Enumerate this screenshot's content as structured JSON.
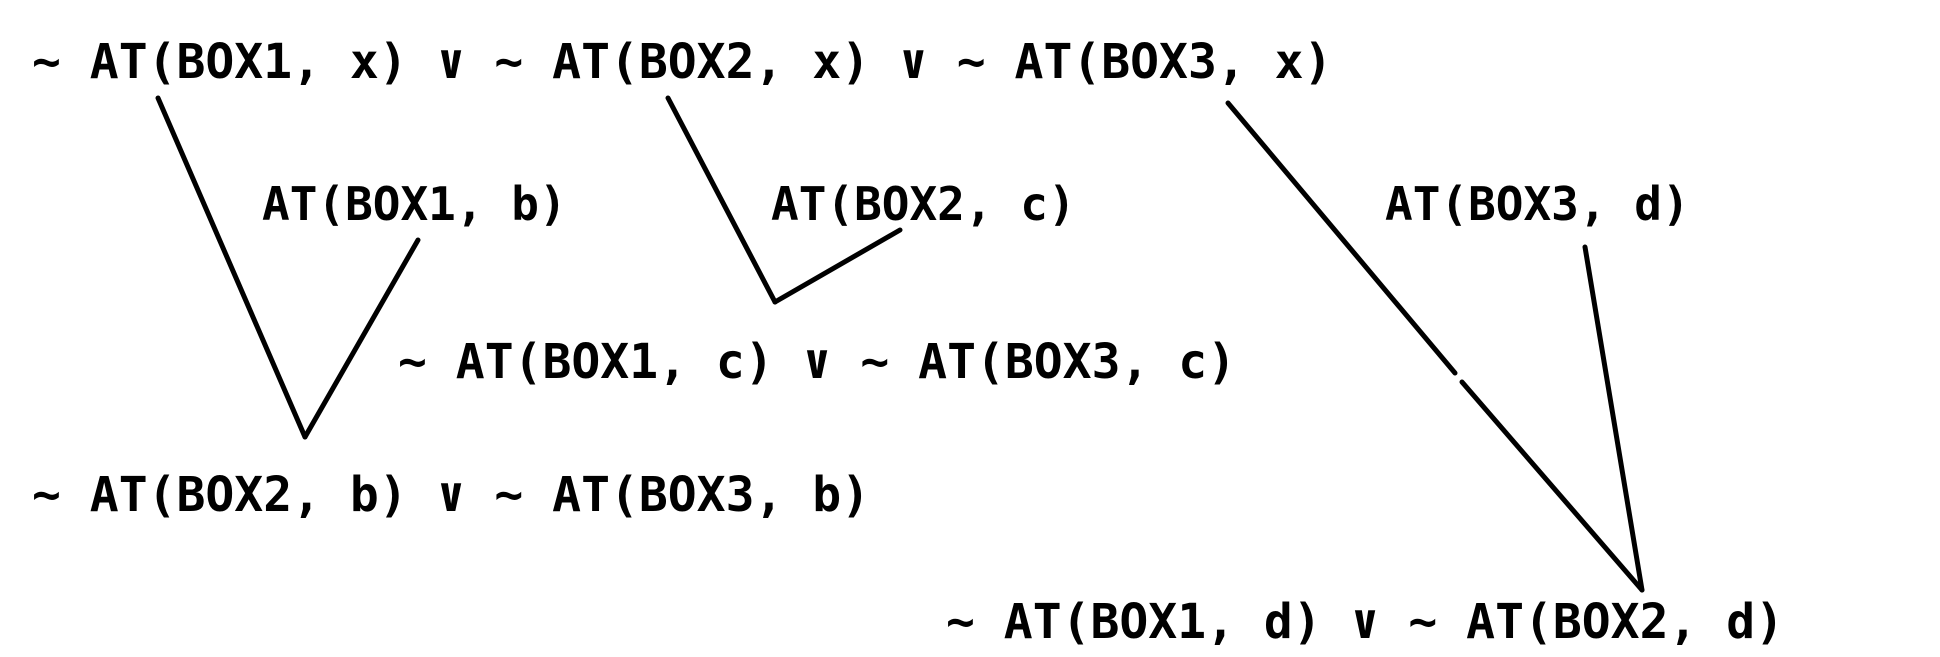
{
  "diagram": {
    "colors": {
      "ink": "#000000",
      "background": "#ffffff"
    },
    "clauses": {
      "parent_top": "~ AT(BOX1, x) ∨ ~ AT(BOX2, x) ∨ ~ AT(BOX3, x)",
      "unit_box1_b": "AT(BOX1, b)",
      "unit_box2_c": "AT(BOX2, c)",
      "unit_box3_d": "AT(BOX3, d)",
      "resolvent_c": "~ AT(BOX1, c) ∨ ~ AT(BOX3, c)",
      "resolvent_b": "~ AT(BOX2, b) ∨ ~ AT(BOX3, b)",
      "resolvent_d": "~ AT(BOX1, d) ∨ ~ AT(BOX2, d)"
    }
  }
}
